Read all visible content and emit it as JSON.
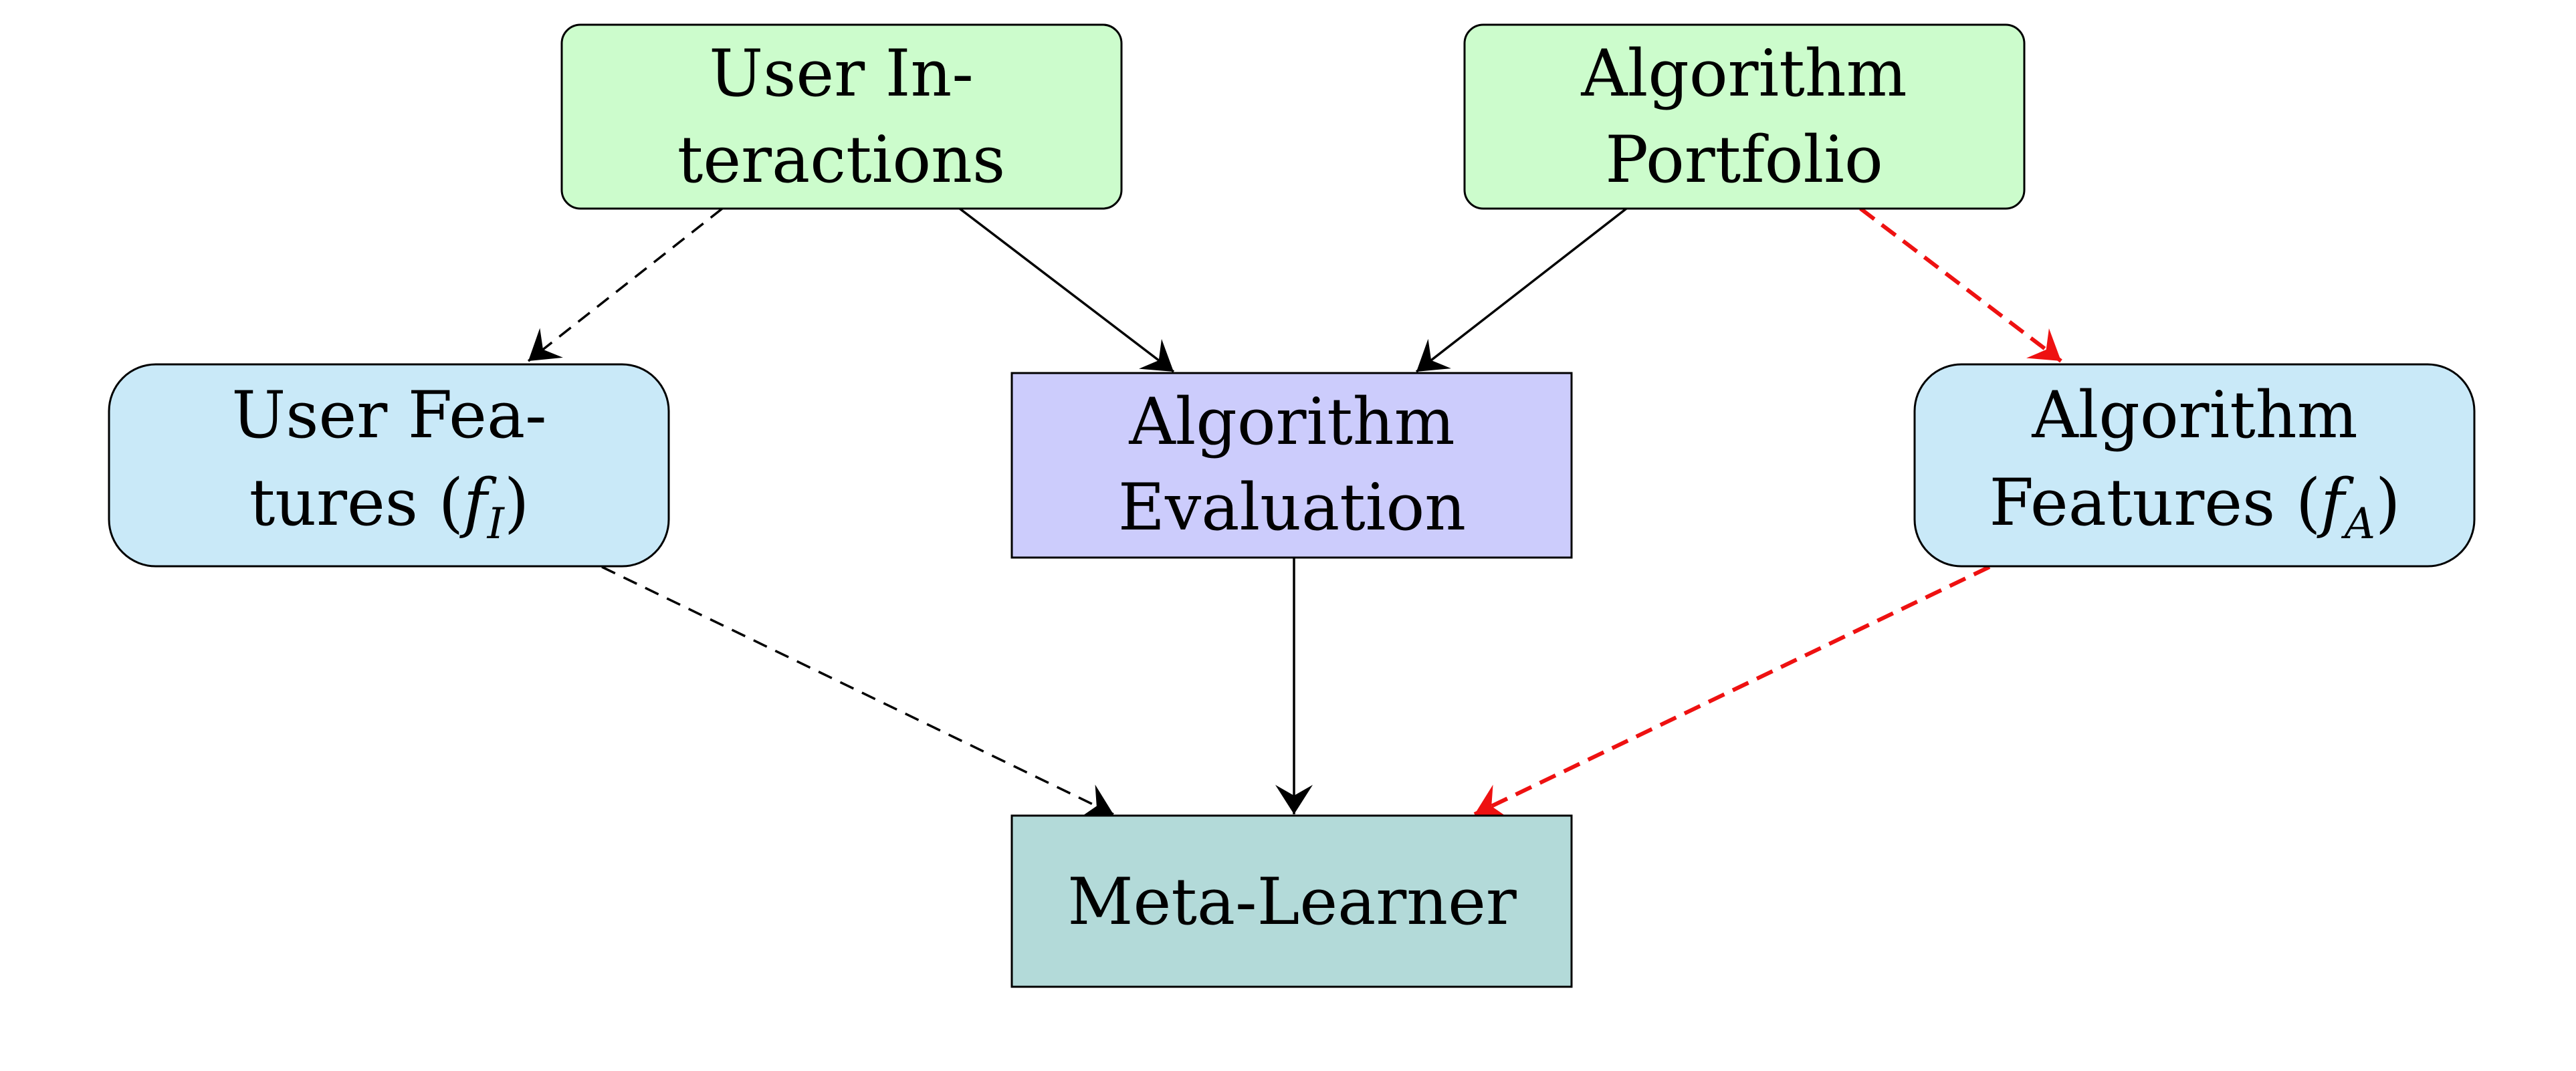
{
  "nodes": {
    "user_interactions": {
      "lines": [
        "User In-",
        "teractions"
      ],
      "fill": "#ccfccc"
    },
    "algorithm_portfolio": {
      "lines": [
        "Algorithm",
        "Portfolio"
      ],
      "fill": "#ccfccc"
    },
    "user_features": {
      "line1": "User Fea-",
      "line2_prefix": "tures (",
      "math": "f",
      "sub": "I",
      "line2_suffix": ")",
      "fill": "#c9e9f8"
    },
    "algorithm_evaluation": {
      "lines": [
        "Algorithm",
        "Evaluation"
      ],
      "fill": "#ccccfc"
    },
    "algorithm_features": {
      "line1": "Algorithm",
      "line2_prefix": "Features (",
      "math": "f",
      "sub": "A",
      "line2_suffix": ")",
      "fill": "#c9e9f8"
    },
    "meta_learner": {
      "lines": [
        "Meta-Learner"
      ],
      "fill": "#b3dad9"
    }
  },
  "colors": {
    "stroke": "#000000",
    "red_arrow": "#ee1111"
  }
}
